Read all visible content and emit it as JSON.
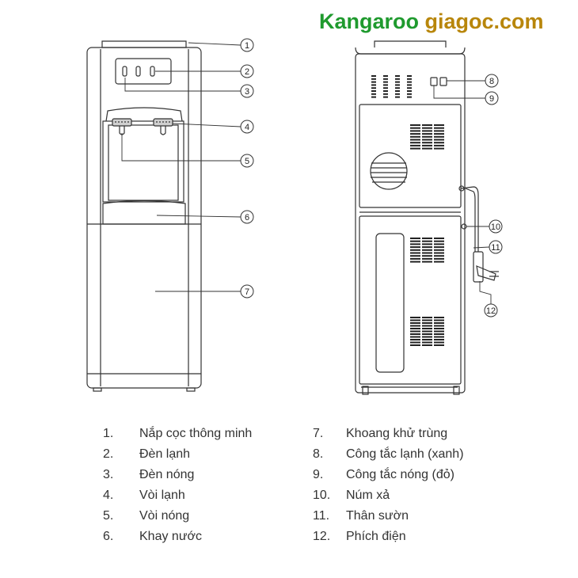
{
  "brand": {
    "name": "Kangaroo",
    "site": "giagoc.com",
    "name_color": "#1f9a2e",
    "site_color": "#b8860b"
  },
  "callouts": [
    "1",
    "2",
    "3",
    "4",
    "5",
    "6",
    "7",
    "8",
    "9",
    "10",
    "11",
    "12"
  ],
  "legend": [
    {
      "num": "1.",
      "label": "Nắp cọc thông minh"
    },
    {
      "num": "2.",
      "label": "Đèn lạnh"
    },
    {
      "num": "3.",
      "label": "Đèn nóng"
    },
    {
      "num": "4.",
      "label": "Vòi lạnh"
    },
    {
      "num": "5.",
      "label": "Vòi nóng"
    },
    {
      "num": "6.",
      "label": "Khay nước"
    },
    {
      "num": "7.",
      "label": "Khoang khử trùng"
    },
    {
      "num": "8.",
      "label": "Công tắc lạnh (xanh)"
    },
    {
      "num": "9.",
      "label": "Công tắc nóng (đỏ)"
    },
    {
      "num": "10.",
      "label": "Núm xả"
    },
    {
      "num": "11.",
      "label": "Thân sườn"
    },
    {
      "num": "12.",
      "label": "Phích điện"
    }
  ]
}
